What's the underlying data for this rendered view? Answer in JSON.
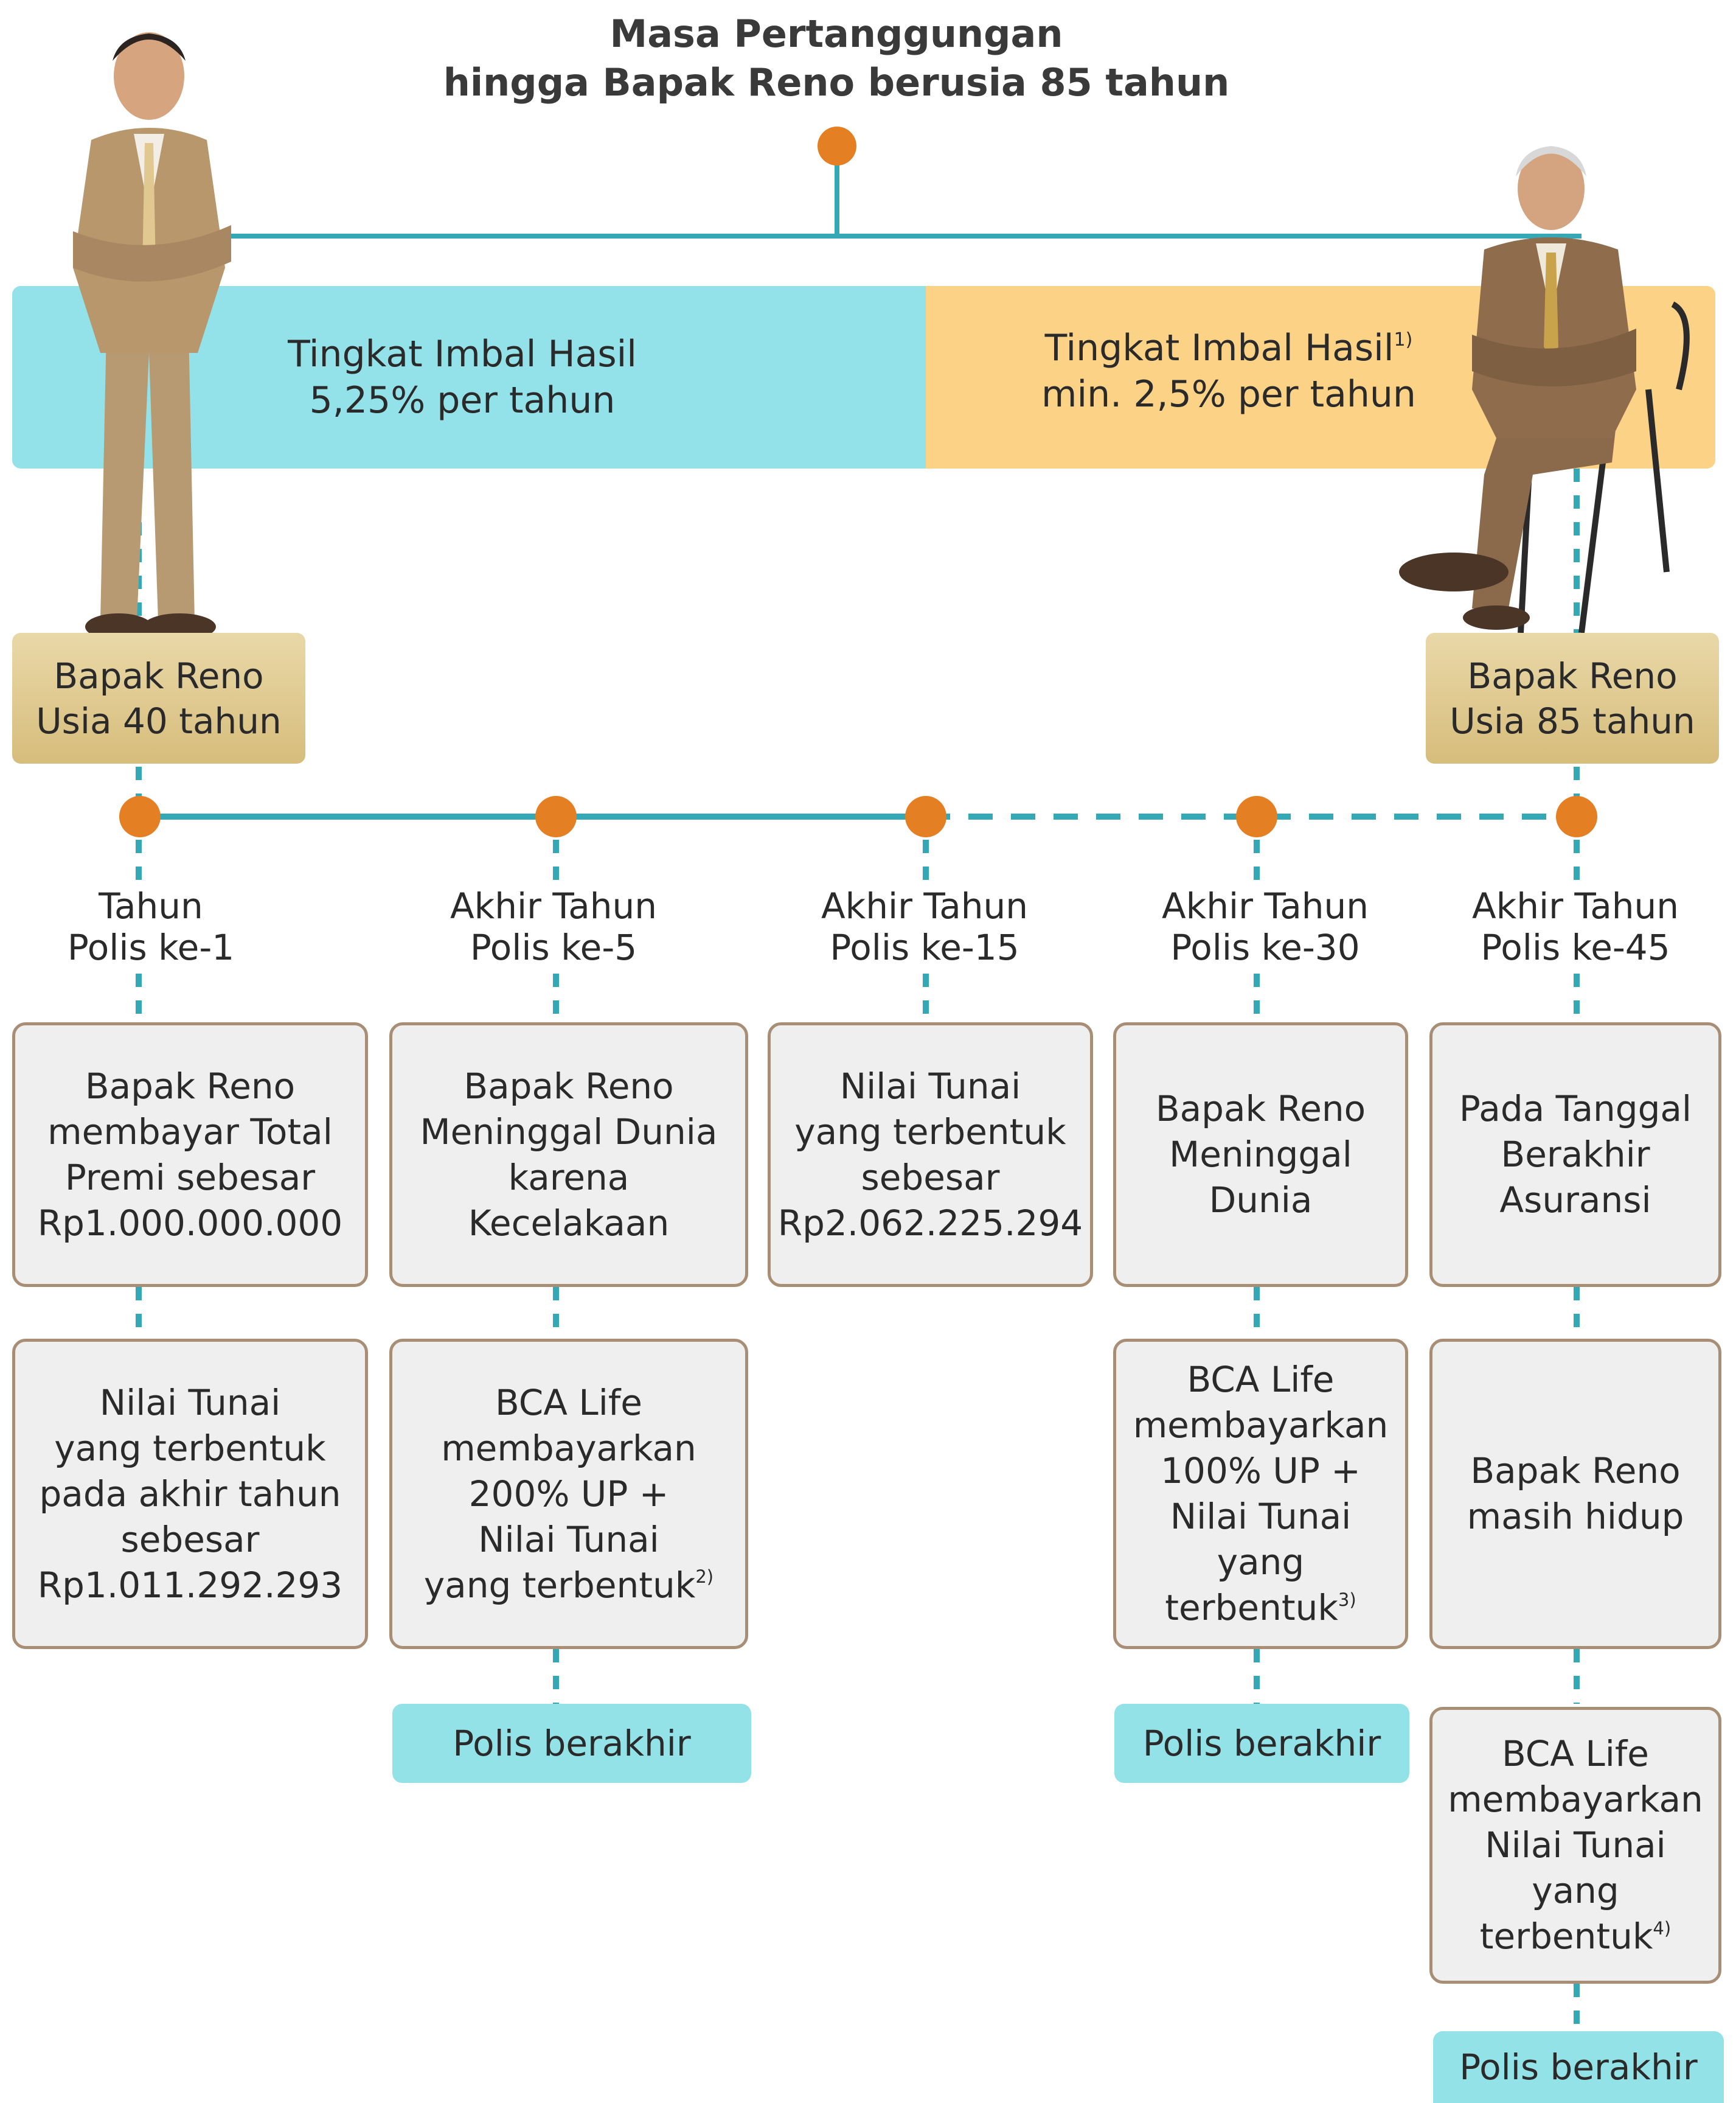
{
  "title": {
    "line1": "Masa Pertanggungan",
    "line2": "hingga Bapak Reno berusia 85 tahun"
  },
  "rates": {
    "guaranteed": {
      "label": "Tingkat Imbal Hasil",
      "value": "5,25% per tahun"
    },
    "minimum": {
      "label": "Tingkat Imbal Hasil",
      "note": "1)",
      "value": "min. 2,5% per tahun"
    }
  },
  "persons": {
    "start": {
      "line1": "Bapak Reno",
      "line2": "Usia 40 tahun"
    },
    "end": {
      "line1": "Bapak Reno",
      "line2": "Usia 85 tahun"
    }
  },
  "milestones": [
    {
      "line1": "Tahun",
      "line2": "Polis ke-1"
    },
    {
      "line1": "Akhir Tahun",
      "line2": "Polis ke-5"
    },
    {
      "line1": "Akhir Tahun",
      "line2": "Polis ke-15"
    },
    {
      "line1": "Akhir Tahun",
      "line2": "Polis ke-30"
    },
    {
      "line1": "Akhir Tahun",
      "line2": "Polis ke-45"
    }
  ],
  "events": [
    {
      "lines": [
        "Bapak Reno",
        "membayar Total",
        "Premi sebesar",
        "Rp1.000.000.000"
      ]
    },
    {
      "lines": [
        "Bapak Reno",
        "Meninggal Dunia",
        "karena",
        "Kecelakaan"
      ]
    },
    {
      "lines": [
        "Nilai Tunai",
        "yang terbentuk",
        "sebesar",
        "Rp2.062.225.294"
      ]
    },
    {
      "lines": [
        "Bapak Reno",
        "Meninggal",
        "Dunia"
      ]
    },
    {
      "lines": [
        "Pada Tanggal",
        "Berakhir",
        "Asuransi"
      ]
    }
  ],
  "outcomes": {
    "col1": {
      "lines": [
        "Nilai Tunai",
        "yang terbentuk",
        "pada akhir tahun",
        "sebesar",
        "Rp1.011.292.293"
      ]
    },
    "col2": {
      "lines": [
        "BCA Life",
        "membayarkan",
        "200% UP +",
        "Nilai Tunai"
      ],
      "last": "yang terbentuk",
      "note": "2)"
    },
    "col4": {
      "lines": [
        "BCA Life",
        "membayarkan",
        "100% UP +",
        "Nilai Tunai",
        "yang"
      ],
      "last": "terbentuk",
      "note": "3)"
    },
    "col5": {
      "lines": [
        "Bapak Reno",
        "masih hidup"
      ]
    },
    "col5b": {
      "lines": [
        "BCA Life",
        "membayarkan",
        "Nilai Tunai",
        "yang"
      ],
      "last": "terbentuk",
      "note": "4)"
    }
  },
  "end_label": "Polis berakhir",
  "colors": {
    "teal": "#35a8b5",
    "orange": "#e57f24",
    "cyan_bar": "#93e2e9",
    "peach_bar": "#fbd286",
    "gold_label": "#dcc48a",
    "box_border": "#a88e74"
  }
}
